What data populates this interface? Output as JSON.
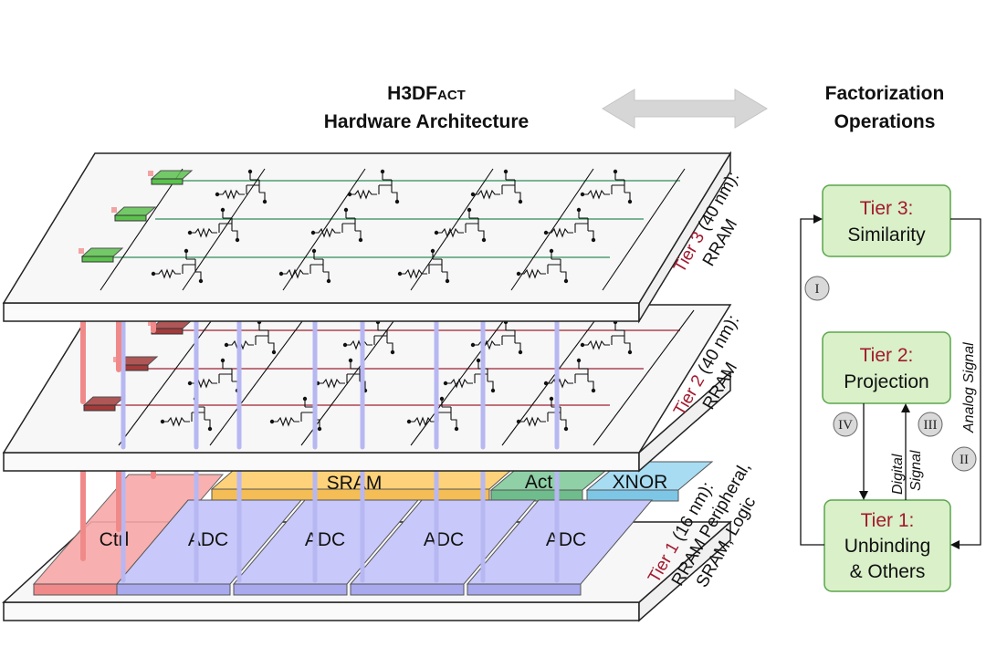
{
  "header": {
    "title_lead": "H3DF",
    "title_caps": "ACT",
    "title_line2": "Hardware Architecture",
    "right_title_1": "Factorization",
    "right_title_2": "Operations"
  },
  "layers": {
    "tier3": {
      "name": "Tier 3",
      "detail": "(40 nm):",
      "line2": "RRAM"
    },
    "tier2": {
      "name": "Tier 2",
      "detail": "(40 nm):",
      "line2": "RRAM"
    },
    "tier1": {
      "name": "Tier 1",
      "detail": "(16 nm):",
      "line2": "RRAM Peripheral,",
      "line3": "SRAM, Logic"
    }
  },
  "blocks": {
    "sram": "SRAM",
    "act": "Act",
    "xnor": "XNOR",
    "ctrl": "Ctrl",
    "adc": "ADC"
  },
  "flow": {
    "tier3": {
      "name": "Tier 3:",
      "op": "Similarity"
    },
    "tier2": {
      "name": "Tier 2:",
      "op": "Projection"
    },
    "tier1": {
      "name": "Tier 1:",
      "op1": "Unbinding",
      "op2": "& Others"
    },
    "markers": {
      "i": "I",
      "ii": "II",
      "iii": "III",
      "iv": "IV"
    },
    "analog_signal": "Analog Signal",
    "digital": "Digital",
    "signal": "Signal"
  },
  "colors": {
    "tier_red": "#a3192e",
    "tier3_line": "#2e8b57",
    "tier2_line": "#a02030",
    "sram": "#fdd27a",
    "adc": "#c8c8fa",
    "act": "#8fd0a6",
    "xnor": "#a8dcf2",
    "ctrl": "#f9a8a8",
    "box_fill": "#d9f0c9",
    "box_stroke": "#5aa64a",
    "via_blue": "#b7b7f2",
    "via_red": "#f08a8a"
  }
}
